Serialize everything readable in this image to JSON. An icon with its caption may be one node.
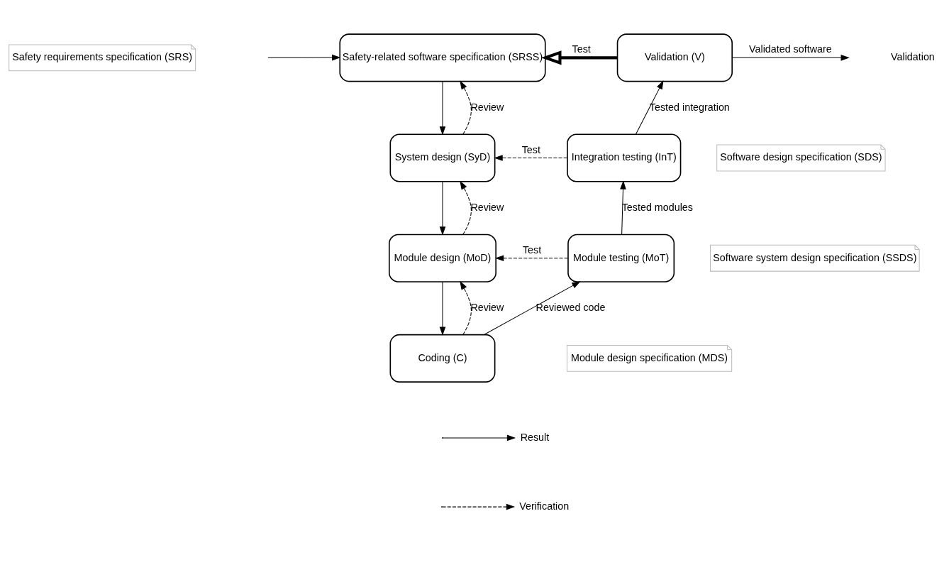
{
  "diagram": {
    "nodes": [
      {
        "text": [
          "Safety requirements specification (SRS)"
        ]
      },
      {
        "text": [
          "Safety-related software specification (SRSS)"
        ]
      },
      {
        "text": [
          "Validation (V)"
        ]
      },
      {
        "text": [
          "Software design specification (SDS)"
        ]
      },
      {
        "text": [
          "System design (SyD)"
        ]
      },
      {
        "text": [
          "Integration testing (InT)"
        ]
      },
      {
        "text": [
          "Software system design specification (SSDS)"
        ]
      },
      {
        "text": [
          "Module design (MoD)"
        ]
      },
      {
        "text": [
          "Module testing (MoT)"
        ]
      },
      {
        "text": [
          "Module design specification (MDS)"
        ]
      },
      {
        "text": [
          "Coding (C)"
        ]
      }
    ],
    "edges": [
      {
        "from": null,
        "to": 1,
        "arrow": "to"
      },
      {
        "from": 2,
        "to": null,
        "arrow": "to",
        "label": "Validated software"
      },
      {
        "from": 2,
        "to": 1,
        "arrow": "to",
        "label": "Test",
        "style": "thick"
      },
      {
        "from": 1,
        "to": 4,
        "arrow": "to"
      },
      {
        "from": 4,
        "to": 1,
        "arrow": "to",
        "label": "Review",
        "style": "dashed"
      },
      {
        "from": 5,
        "to": 4,
        "arrow": "to",
        "label": "Test",
        "style": "dashed"
      },
      {
        "from": 5,
        "to": 2,
        "arrow": "to",
        "label": "Tested integration"
      },
      {
        "from": 4,
        "to": 7,
        "arrow": "to"
      },
      {
        "from": 7,
        "to": 4,
        "arrow": "to",
        "label": "Review",
        "style": "dashed"
      },
      {
        "from": 8,
        "to": 7,
        "arrow": "to",
        "label": "Test",
        "style": "dashed"
      },
      {
        "from": 8,
        "to": 5,
        "arrow": "to",
        "label": "Tested modules"
      },
      {
        "from": 7,
        "to": 10,
        "arrow": "to"
      },
      {
        "from": 10,
        "to": 7,
        "arrow": "to",
        "label": "Review",
        "style": "dashed"
      },
      {
        "from": 10,
        "to": 8,
        "arrow": "to",
        "label": "Reviewed code"
      }
    ],
    "labels": [
      "Validation"
    ],
    "legend": [
      {
        "text": "Result"
      },
      {
        "text": "Verification"
      }
    ]
  }
}
